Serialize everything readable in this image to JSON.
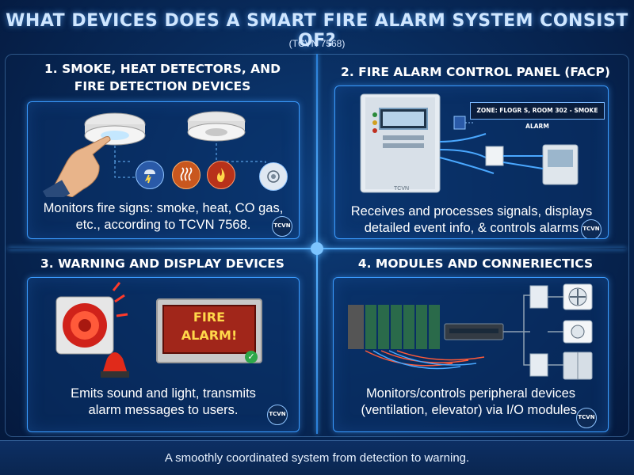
{
  "header": {
    "title": "WHAT DEVICES DOES A SMART FIRE ALARM SYSTEM CONSIST OF?",
    "subtitle": "(TCVN 7568)"
  },
  "sections": [
    {
      "heading_line1": "1. SMOKE, HEAT DETECTORS, AND",
      "heading_line2": "FIRE DETECTION DEVICES",
      "text_line1": "Monitors fire signs: smoke, heat, CO gas,",
      "text_line2": "etc., according to TCVN 7568.",
      "badge": "TCVN"
    },
    {
      "heading": "2. FIRE ALARM CONTROL PANEL (FACP)",
      "text_line1": "Receives and processes signals, displays",
      "text_line2": "detailed event info, & controls alarms",
      "badge": "TCVN",
      "zone_text": "ZONE: FLOGR S, ROOM 302 - SMOKE ALARM",
      "panel_brand": "TCVN"
    },
    {
      "heading": "3. WARNING AND DISPLAY DEVICES",
      "text_line1": "Emits sound and light, transmits",
      "text_line2": "alarm messages to users.",
      "badge": "TCVN",
      "screen_line1": "FIRE",
      "screen_line2": "ALARM!"
    },
    {
      "heading": "4. MODULES AND CONNERIECTICS",
      "text_line1": "Monitors/controls peripheral devices",
      "text_line2": "(ventilation, elevator) via I/O modules.",
      "badge": "TCVN"
    }
  ],
  "footer": {
    "text": "A smoothly coordinated system from detection to warning."
  },
  "colors": {
    "panel_border": "#3a9bff",
    "background": "#082a5a",
    "alarm_red": "#a1261a",
    "alarm_yellow": "#ffd84a"
  }
}
